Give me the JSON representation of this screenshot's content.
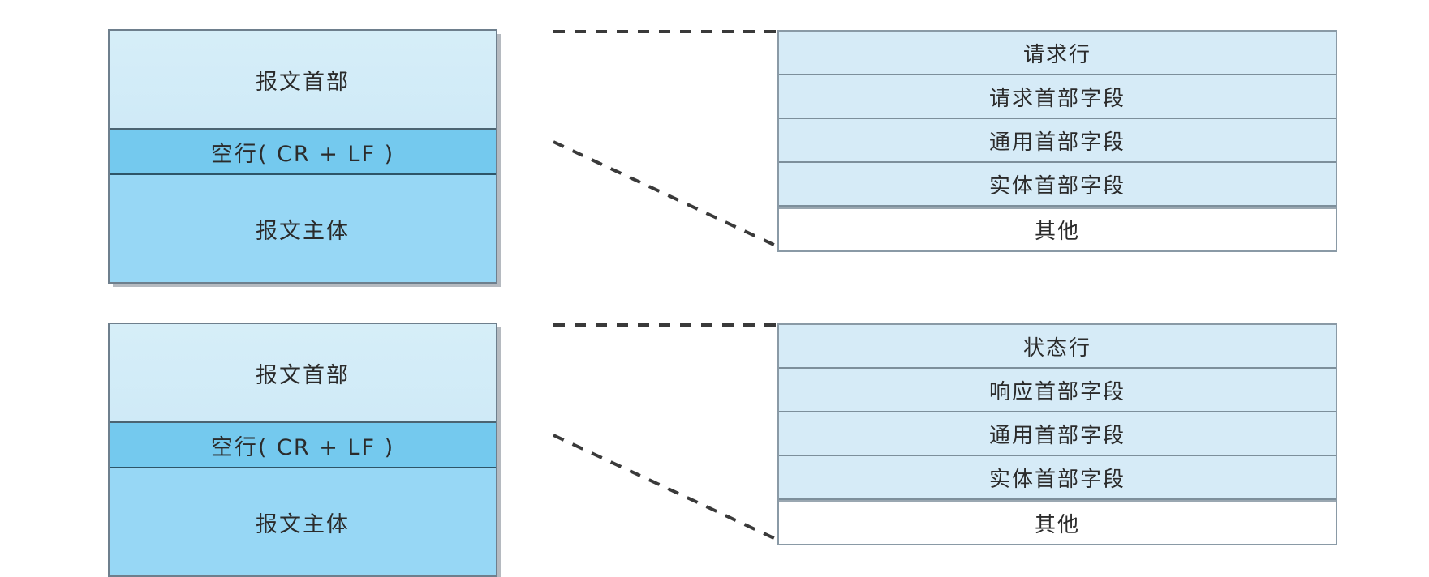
{
  "diagram": {
    "type": "http-message-structure",
    "background_color": "#ffffff",
    "accent_colors": {
      "header_fill": "#d2ebf8",
      "blank_line_fill": "#74c9ee",
      "body_fill": "#97d7f5",
      "table_row_fill": "#d6ebf7",
      "table_last_row_fill": "#ffffff",
      "border": "#6e7f8d",
      "connector": "#3a3a3a"
    },
    "sections": [
      {
        "id": "request",
        "message_box": {
          "segments": [
            {
              "id": "header",
              "label": "报文首部"
            },
            {
              "id": "blank-line",
              "label": "空行( CR + LF )"
            },
            {
              "id": "body",
              "label": "报文主体"
            }
          ]
        },
        "detail_table": {
          "rows": [
            {
              "id": "request-line",
              "label": "请求行"
            },
            {
              "id": "request-header-fields",
              "label": "请求首部字段"
            },
            {
              "id": "general-header-fields",
              "label": "通用首部字段"
            },
            {
              "id": "entity-header-fields",
              "label": "实体首部字段"
            },
            {
              "id": "other",
              "label": "其他"
            }
          ]
        }
      },
      {
        "id": "response",
        "message_box": {
          "segments": [
            {
              "id": "header",
              "label": "报文首部"
            },
            {
              "id": "blank-line",
              "label": "空行( CR + LF )"
            },
            {
              "id": "body",
              "label": "报文主体"
            }
          ]
        },
        "detail_table": {
          "rows": [
            {
              "id": "status-line",
              "label": "状态行"
            },
            {
              "id": "response-header-fields",
              "label": "响应首部字段"
            },
            {
              "id": "general-header-fields",
              "label": "通用首部字段"
            },
            {
              "id": "entity-header-fields",
              "label": "实体首部字段"
            },
            {
              "id": "other",
              "label": "其他"
            }
          ]
        }
      }
    ]
  }
}
